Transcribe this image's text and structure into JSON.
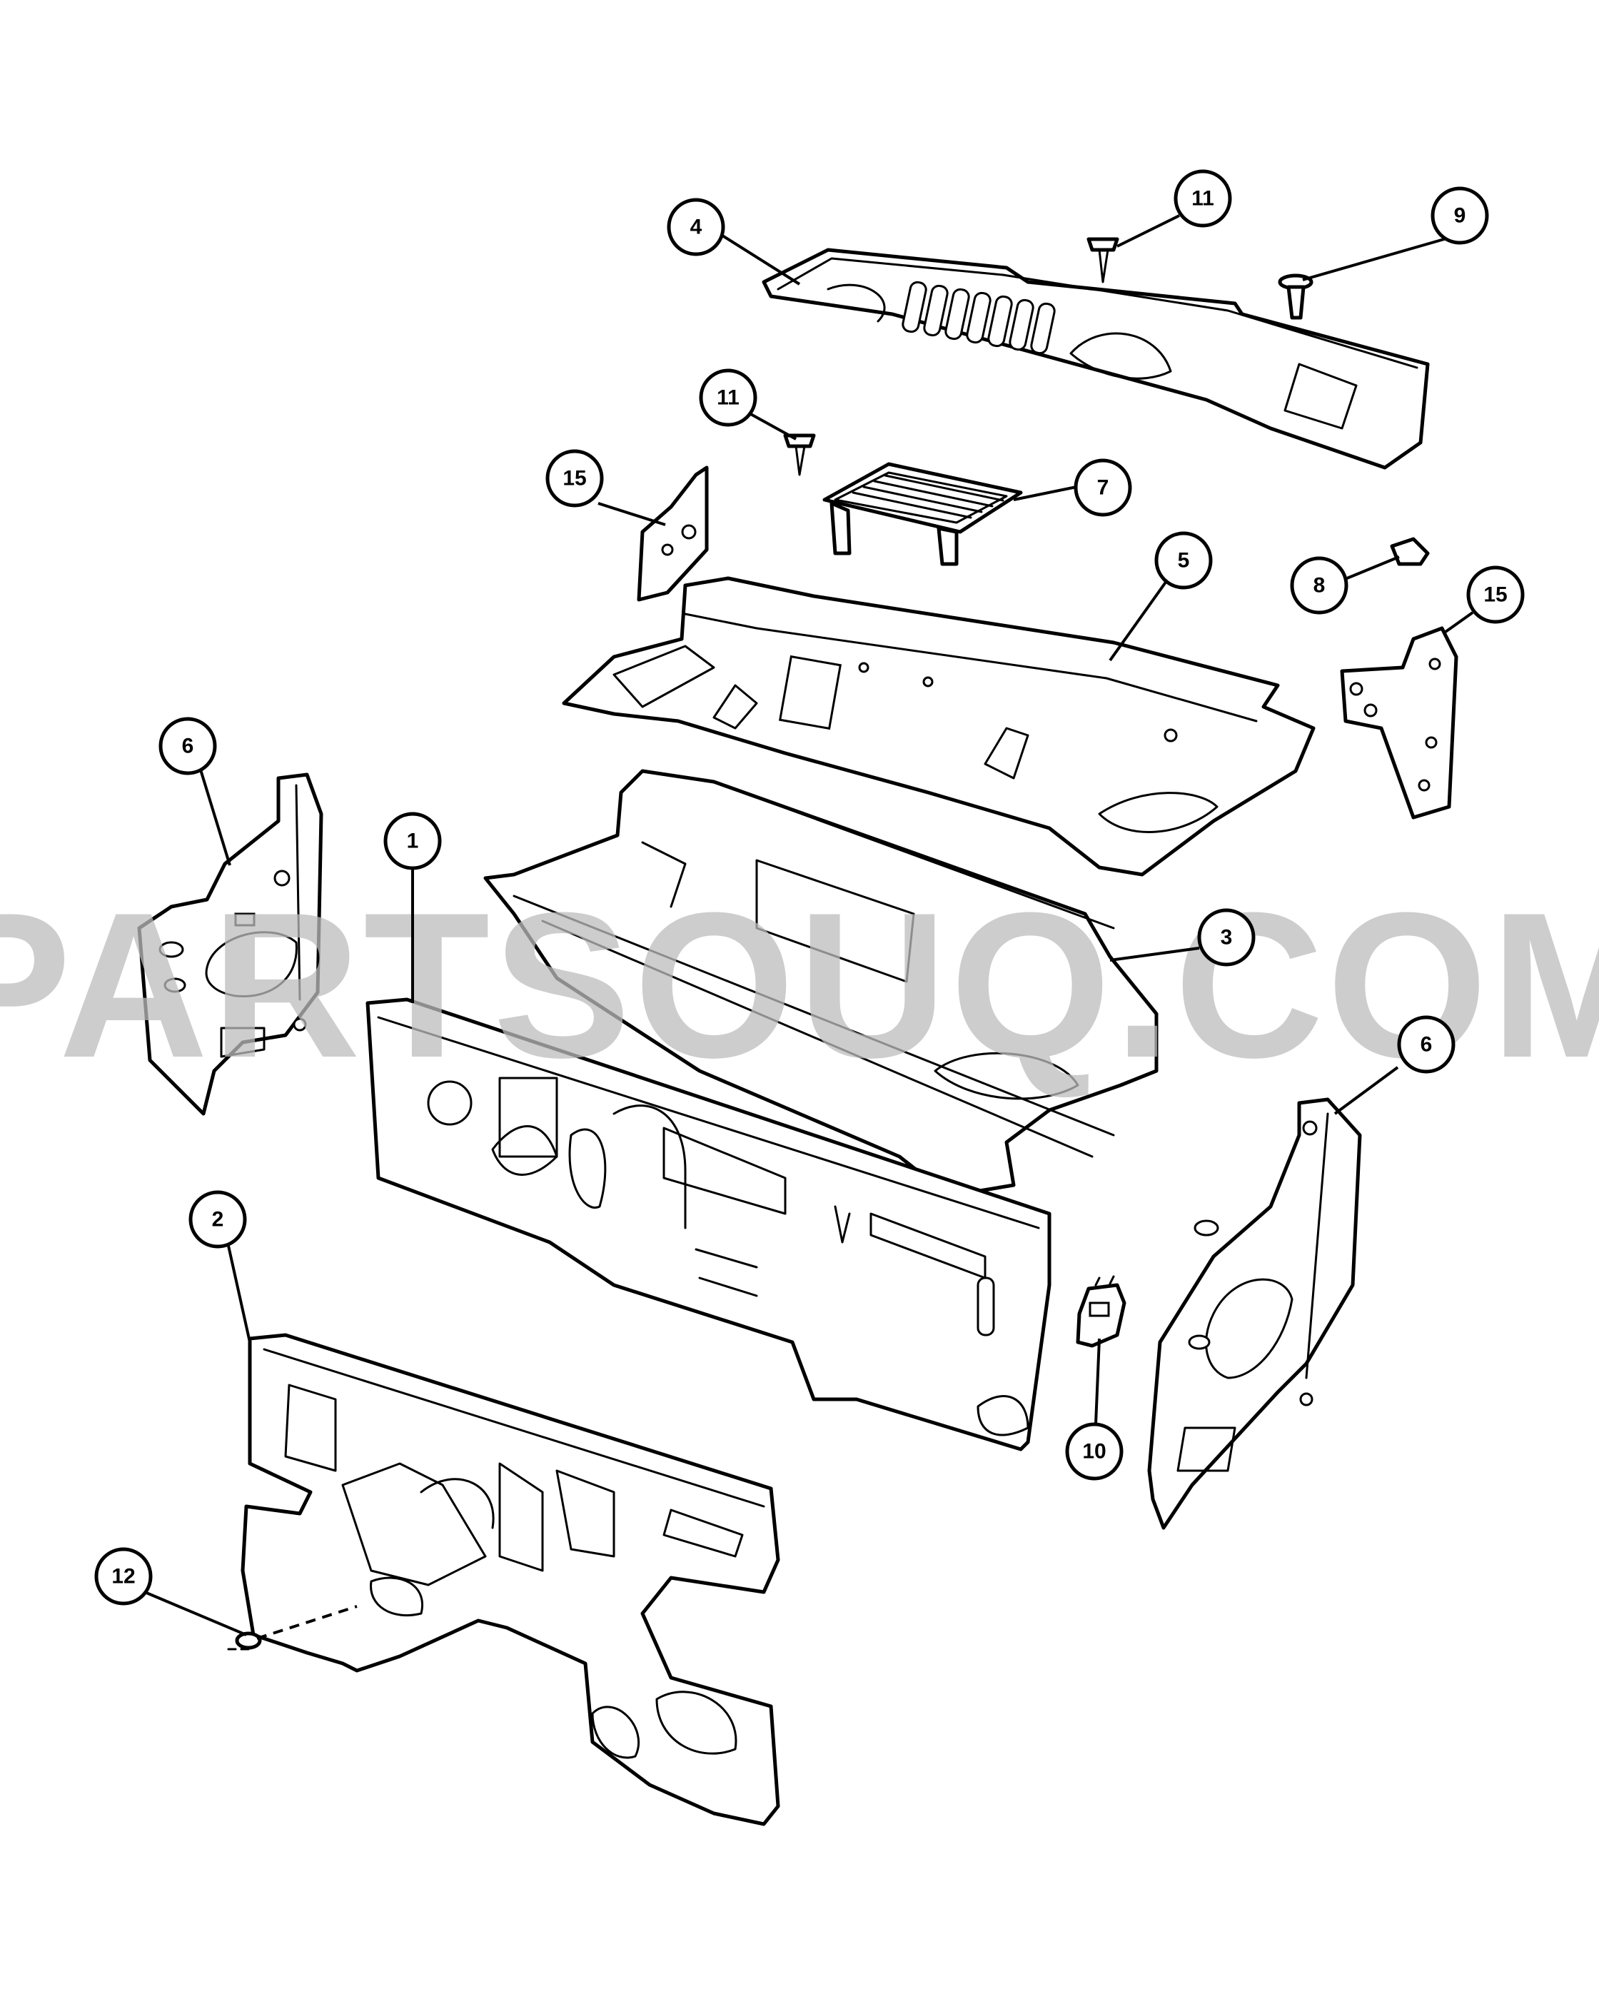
{
  "watermark": {
    "text": "PARTSOUQ.COM"
  },
  "callouts": [
    {
      "id": "c4",
      "label": "4"
    },
    {
      "id": "c11a",
      "label": "11"
    },
    {
      "id": "c9",
      "label": "9"
    },
    {
      "id": "c11b",
      "label": "11"
    },
    {
      "id": "c15a",
      "label": "15"
    },
    {
      "id": "c7",
      "label": "7"
    },
    {
      "id": "c5",
      "label": "5"
    },
    {
      "id": "c8",
      "label": "8"
    },
    {
      "id": "c15b",
      "label": "15"
    },
    {
      "id": "c6a",
      "label": "6"
    },
    {
      "id": "c1",
      "label": "1"
    },
    {
      "id": "c3",
      "label": "3"
    },
    {
      "id": "c6b",
      "label": "6"
    },
    {
      "id": "c2",
      "label": "2"
    },
    {
      "id": "c10",
      "label": "10"
    },
    {
      "id": "c12",
      "label": "12"
    }
  ]
}
